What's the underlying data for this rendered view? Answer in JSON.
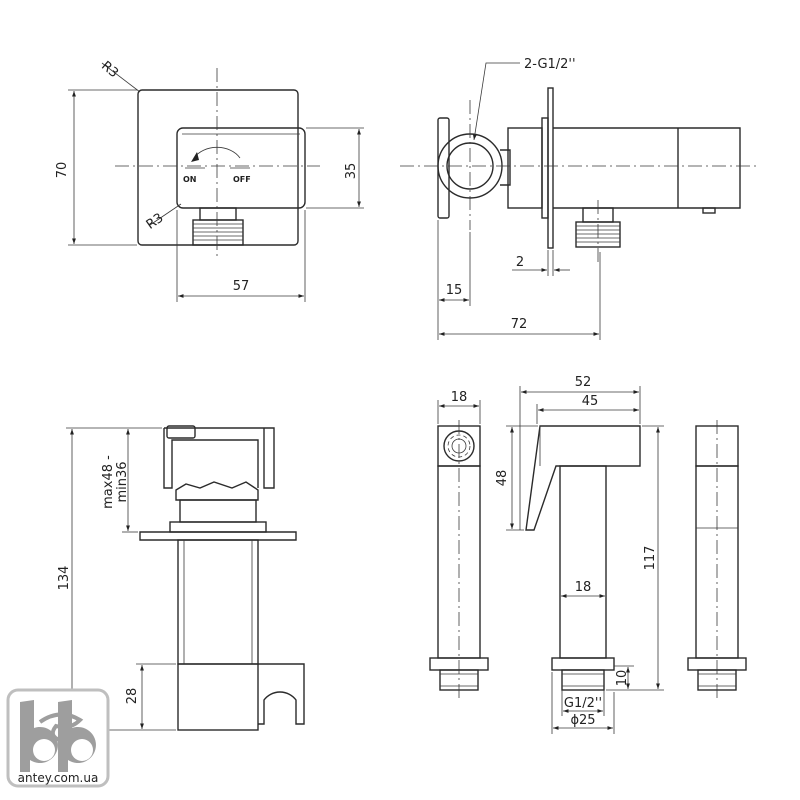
{
  "front_view": {
    "radius_top": "R3",
    "radius_bottom": "R3",
    "on_label": "ON",
    "off_label": "OFF",
    "height_dim": "70",
    "handle_height_dim": "35",
    "width_dim": "57"
  },
  "side_view": {
    "thread_label": "2-G1/2''",
    "flange_dim": "2",
    "outlet_dim": "15",
    "depth_dim": "72"
  },
  "holder_view": {
    "adjust_range": [
      "max48 -",
      "min36"
    ],
    "total_height_dim": "134",
    "bottom_dim": "28"
  },
  "hose_views": {
    "head_width_dim": "18",
    "total_width_dim": "52",
    "body_width_dim": "45",
    "head_height_dim": "48",
    "pipe_width_dim": "18",
    "total_height_dim": "117",
    "thread_height_dim": "10",
    "thread_label": "G1/2''",
    "diameter_label": "ϕ25"
  },
  "logo": {
    "text": "antey.com.ua"
  }
}
